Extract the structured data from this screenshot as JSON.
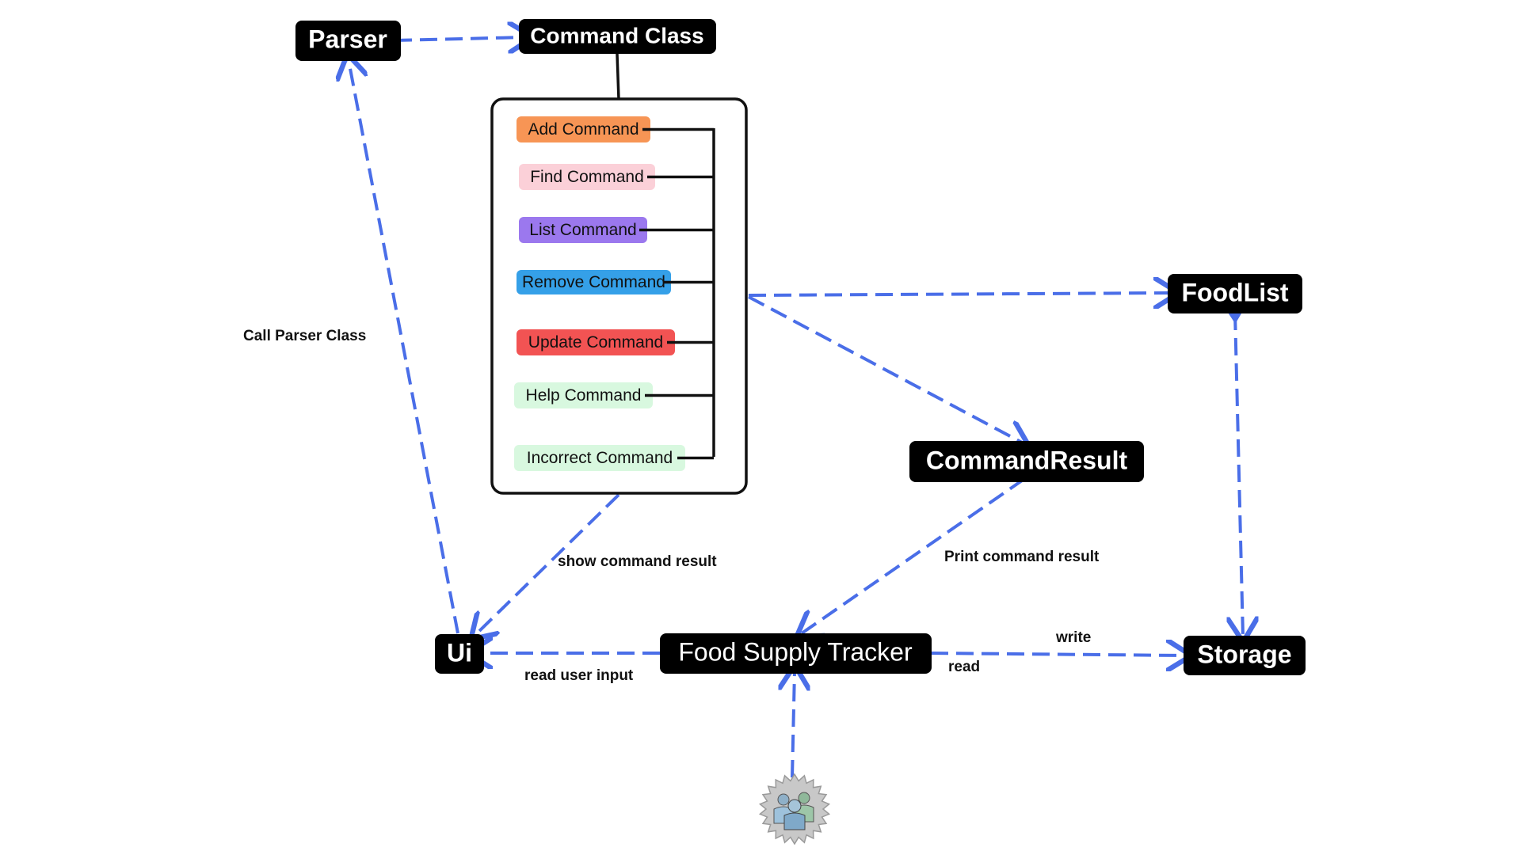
{
  "nodes": {
    "parser": "Parser",
    "command_class": "Command Class",
    "foodlist": "FoodList",
    "command_result": "CommandResult",
    "ui": "Ui",
    "food_supply_tracker": "Food Supply Tracker",
    "storage": "Storage"
  },
  "commands": [
    {
      "label": "Add Command",
      "color": "#f79555"
    },
    {
      "label": "Find Command",
      "color": "#fbd0d8"
    },
    {
      "label": "List Command",
      "color": "#9b78ee"
    },
    {
      "label": "Remove Command",
      "color": "#35a0e8"
    },
    {
      "label": "Update Command",
      "color": "#f25353"
    },
    {
      "label": "Help Command",
      "color": "#d8f8df"
    },
    {
      "label": "Incorrect Command",
      "color": "#d8f8df"
    }
  ],
  "edge_labels": {
    "call_parser": "Call Parser Class",
    "show_result": "show command result",
    "print_result": "Print command result",
    "read_input": "read user input",
    "write": "write",
    "read": "read"
  },
  "icons": {
    "user": "users-group-icon"
  },
  "colors": {
    "arrow": "#4a6ee8",
    "node_bg": "#000000"
  }
}
